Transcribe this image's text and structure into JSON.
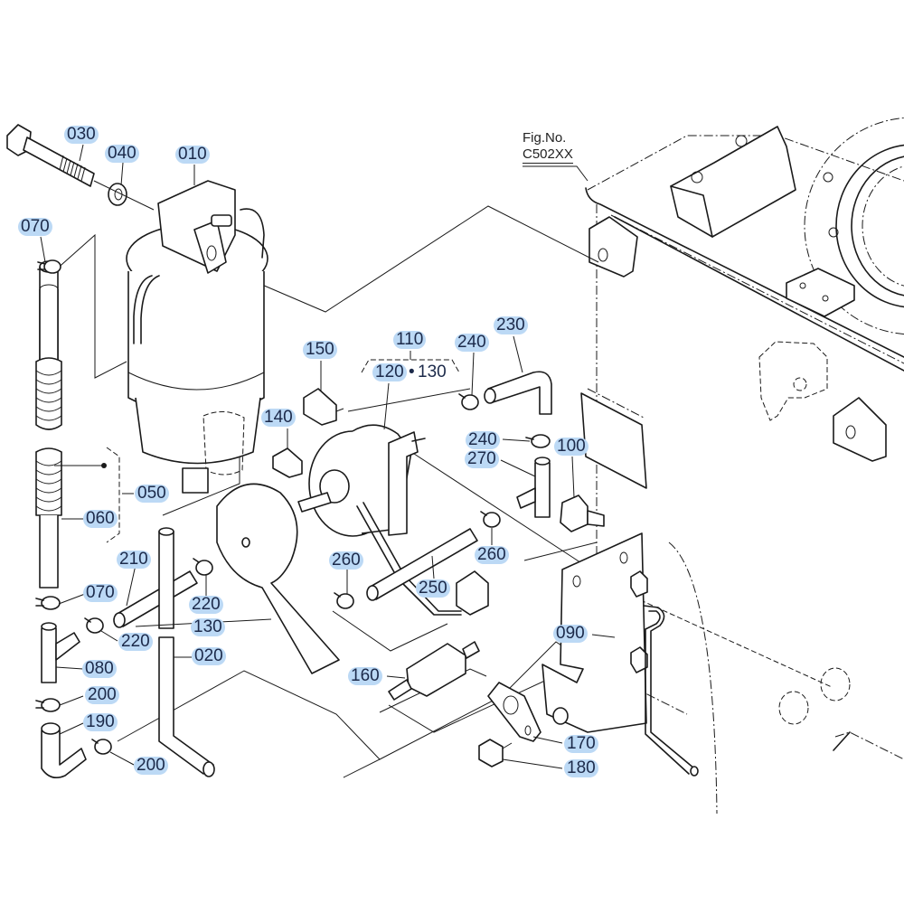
{
  "figure": {
    "ref_label": "Fig.No.",
    "ref_value": "C502XX"
  },
  "highlight_color": "#bcd9f5",
  "text_color": "#1c2a4a",
  "callouts": [
    {
      "id": "030",
      "part": "bolt"
    },
    {
      "id": "040",
      "part": "washer"
    },
    {
      "id": "010",
      "part": "fuel-filter-assembly"
    },
    {
      "id": "070",
      "part": "hose-clamp"
    },
    {
      "id": "050",
      "part": "hose-assembly"
    },
    {
      "id": "060",
      "part": "hose"
    },
    {
      "id": "210",
      "part": "hose"
    },
    {
      "id": "220",
      "part": "hose-clamp"
    },
    {
      "id": "070",
      "part": "hose-clamp"
    },
    {
      "id": "220",
      "part": "hose-clamp"
    },
    {
      "id": "080",
      "part": "tee-joint"
    },
    {
      "id": "200",
      "part": "hose-clamp"
    },
    {
      "id": "190",
      "part": "elbow-hose"
    },
    {
      "id": "200",
      "part": "hose-clamp"
    },
    {
      "id": "020",
      "part": "fuel-hose"
    },
    {
      "id": "130",
      "part": "cover"
    },
    {
      "id": "150",
      "part": "valve"
    },
    {
      "id": "140",
      "part": "valve"
    },
    {
      "id": "110",
      "part": "fuel-pump-assembly"
    },
    {
      "id": "120",
      "part": "fuel-pump"
    },
    {
      "id": "240",
      "part": "hose-clamp"
    },
    {
      "id": "230",
      "part": "elbow-hose"
    },
    {
      "id": "240",
      "part": "hose-clamp"
    },
    {
      "id": "270",
      "part": "tee-joint"
    },
    {
      "id": "100",
      "part": "joint"
    },
    {
      "id": "260",
      "part": "hose-clamp"
    },
    {
      "id": "260",
      "part": "hose-clamp"
    },
    {
      "id": "250",
      "part": "hose"
    },
    {
      "id": "160",
      "part": "fuel-strainer"
    },
    {
      "id": "090",
      "part": "bracket"
    },
    {
      "id": "170",
      "part": "gasket-plate"
    },
    {
      "id": "180",
      "part": "bolt"
    }
  ],
  "group_110": {
    "label": "110",
    "sub_a": "120",
    "sub_sep": "•",
    "sub_b": "130"
  }
}
